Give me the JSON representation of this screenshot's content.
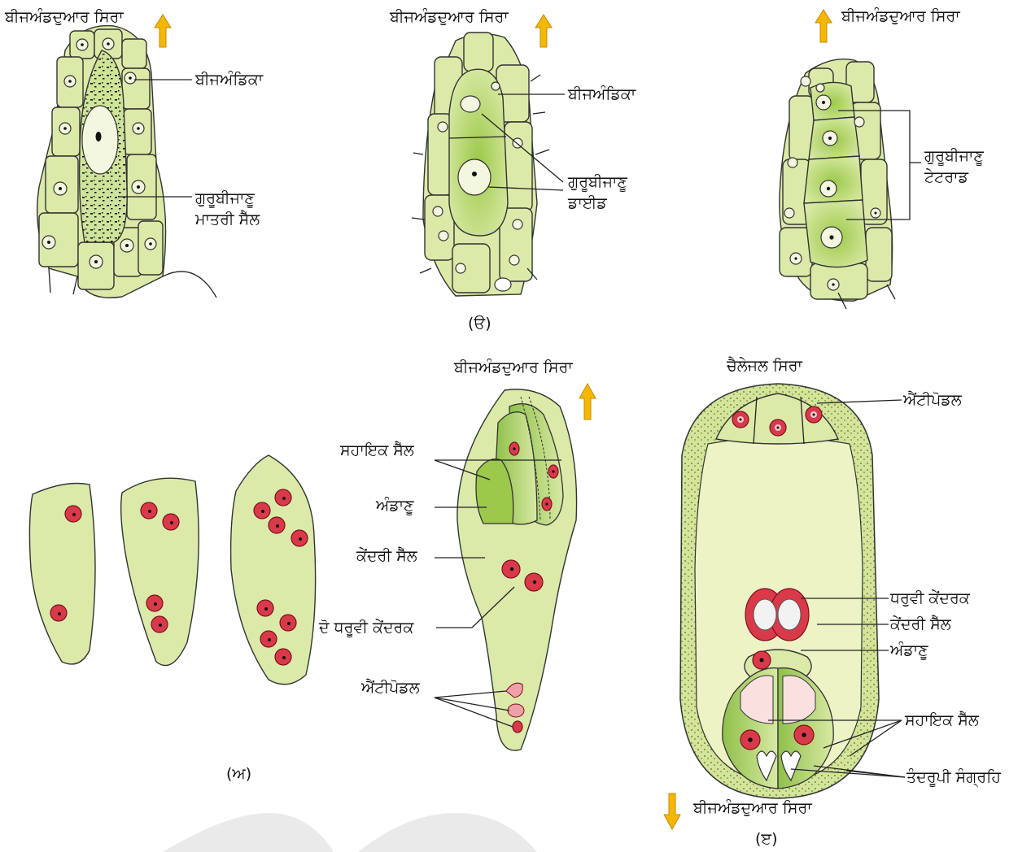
{
  "colors": {
    "cell_fill": "#dbeaa8",
    "cell_dark": "#b9d87a",
    "nucleus_red": "#d93a4a",
    "arrow": "#f5b800",
    "wall_speckle": "#a9c36a"
  },
  "icons": {
    "up_arrow": "arrow-up-icon",
    "down_arrow": "arrow-down-icon"
  },
  "panel1": {
    "micropylar_end": "ਬੀਜਅੰਡਦੁਆਰ ਸਿਰਾ",
    "nucellus": "ਬੀਜਅੰਡਿਕਾ",
    "mmc_line1": "ਗੁਰੂਬੀਜਾਣੂ",
    "mmc_line2": "ਮਾਤਰੀ ਸੈੱਲ"
  },
  "panel2": {
    "micropylar_end": "ਬੀਜਅੰਡਦੁਆਰ ਸਿਰਾ",
    "nucellus": "ਬੀਜਅੰਡਿਕਾ",
    "dyad_line1": "ਗੁਰੂਬੀਜਾਣੂ",
    "dyad_line2": "ਡਾਈਡ",
    "caption": "(ੳ)"
  },
  "panel3": {
    "micropylar_end": "ਬੀਜਅੰਡਦੁਆਰ ਸਿਰਾ",
    "tetrad_line1": "ਗੁਰੂਬੀਜਾਣੂ",
    "tetrad_line2": "ਟੇਟਰਾਡ"
  },
  "panel4": {
    "micropylar_end": "ਬੀਜਅੰਡਦੁਆਰ ਸਿਰਾ",
    "synergids": "ਸਹਾਇਕ ਸੈੱਲ",
    "egg": "ਅੰਡਾਣੂ",
    "central_cell": "ਕੇਂਦਰੀ ਸੈੱਲ",
    "polar_nuclei": "ਦੋ ਧਰੂਵੀ ਕੇਂਦਰਕ",
    "antipodals": "ਐਂਟੀਪੋਡਲ",
    "caption": "(ਅ)"
  },
  "panel5": {
    "chalazal_end": "ਚੈਲੇਜਲ ਸਿਰਾ",
    "antipodals": "ਐਂਟੀਪੋਡਲ",
    "polar_nuclei": "ਧਰੁਵੀ ਕੇਂਦਰਕ",
    "central_cell": "ਕੇਂਦਰੀ ਸੈੱਲ",
    "egg": "ਅੰਡਾਣੂ",
    "synergids": "ਸਹਾਇਕ ਸੈੱਲ",
    "filiform": "ਤੰਦਰੂਪੀ ਸੰਗ੍ਰਹਿ",
    "micropylar_end": "ਬੀਜਅੰਡਦੁਆਰ ਸਿਰਾ",
    "caption": "(ੲ)"
  }
}
